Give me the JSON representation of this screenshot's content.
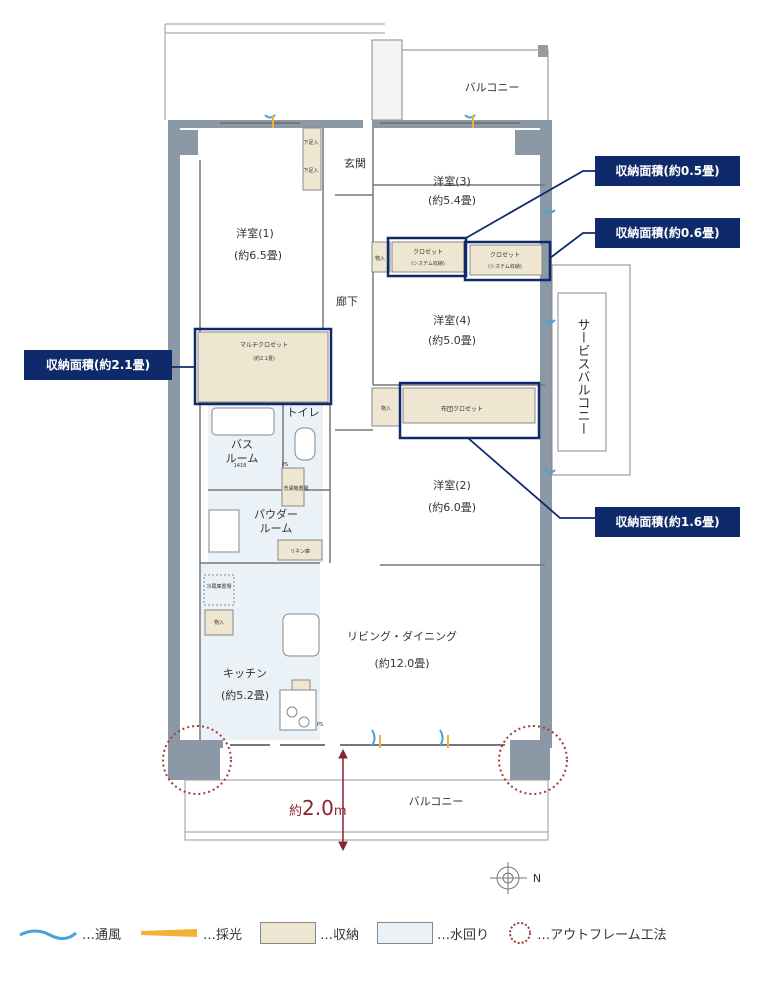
{
  "rooms": {
    "balcony_top": "バルコニー",
    "genkan": "玄関",
    "shoes_1": "下足入",
    "shoes_2": "下足入",
    "room3_name": "洋室(3)",
    "room3_size": "(約5.4畳)",
    "room1_name": "洋室(1)",
    "room1_size": "(約6.5畳)",
    "closet_a": "クロゼット",
    "closet_a_sub": "(システム収納)",
    "closet_b": "クロゼット",
    "closet_b_sub": "(システム収納)",
    "mono_1": "物入",
    "corridor": "廊下",
    "room4_name": "洋室(4)",
    "room4_size": "(約5.0畳)",
    "service_balcony": "サービスバルコニー",
    "multi_closet": "マルチクロゼット",
    "multi_closet_size": "(約2.1畳)",
    "mono_2": "物入",
    "futon_closet": "布団クロゼット",
    "toilet": "トイレ",
    "bath_1": "バス",
    "bath_2": "ルーム",
    "bath_size": "1418",
    "ps_1": "PS",
    "washer": "洗濯機置場",
    "powder_1": "パウダー",
    "powder_2": "ルーム",
    "linen": "リネン庫",
    "room2_name": "洋室(2)",
    "room2_size": "(約6.0畳)",
    "fridge": "冷蔵庫置場",
    "mono_3": "物入",
    "living_name": "リビング・ダイニング",
    "living_size": "(約12.0畳)",
    "kitchen_name": "キッチン",
    "kitchen_size": "(約5.2畳)",
    "ps_2": "PS",
    "balcony_bottom": "バルコニー",
    "depth_prefix": "約",
    "depth_value": "2.0",
    "depth_unit": "m",
    "compass": "N"
  },
  "callouts": {
    "c05": "収納面積(約0.5畳)",
    "c06": "収納面積(約0.6畳)",
    "c21": "収納面積(約2.1畳)",
    "c16": "収納面積(約1.6畳)"
  },
  "legend": {
    "ventilation": "…通風",
    "daylight": "…採光",
    "storage": "…収納",
    "water": "…水回り",
    "outframe": "…アウトフレーム工法"
  },
  "colors": {
    "callout_bg": "#0f2a6b",
    "storage": "#efe6d2",
    "water": "#eaf2f8",
    "wall": "#8b99a6",
    "outframe": "#a33b3b"
  }
}
